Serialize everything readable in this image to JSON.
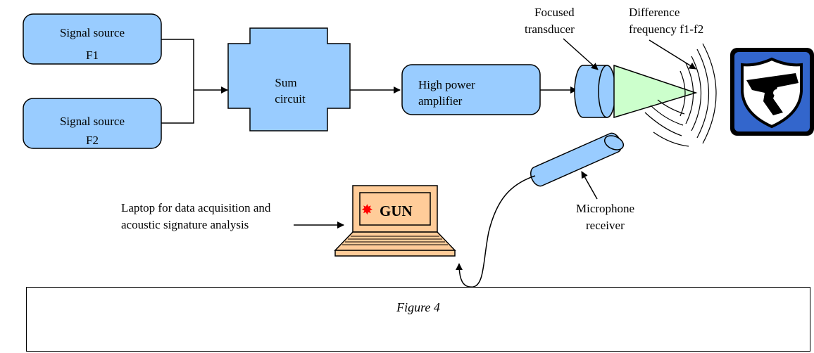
{
  "nodes": {
    "signal_source_1": [
      "Signal source",
      "F1"
    ],
    "signal_source_2": [
      "Signal source",
      "F2"
    ],
    "sum_circuit": [
      "Sum",
      "circuit"
    ],
    "amplifier": [
      "High power",
      "amplifier"
    ],
    "transducer_label": [
      "Focused",
      "transducer"
    ],
    "difference_label": [
      "Difference",
      "frequency f1-f2"
    ],
    "microphone_label": [
      "Microphone",
      "receiver"
    ],
    "laptop_label": [
      "Laptop for data acquisition and",
      "acoustic signature analysis"
    ],
    "laptop_screen": "GUN"
  },
  "caption": "Figure 4",
  "colors": {
    "box_fill": "#99ccff",
    "cone_fill": "#ccffcc",
    "laptop_fill": "#ffcc99",
    "laptop_screen_fill": "#ffcc99",
    "alert_star": "#ff0000",
    "shield_background": "#3366cc",
    "stroke": "#000000"
  },
  "icons": [
    "gun-shield-icon",
    "laptop-icon",
    "alert-star-icon",
    "microphone-icon"
  ]
}
